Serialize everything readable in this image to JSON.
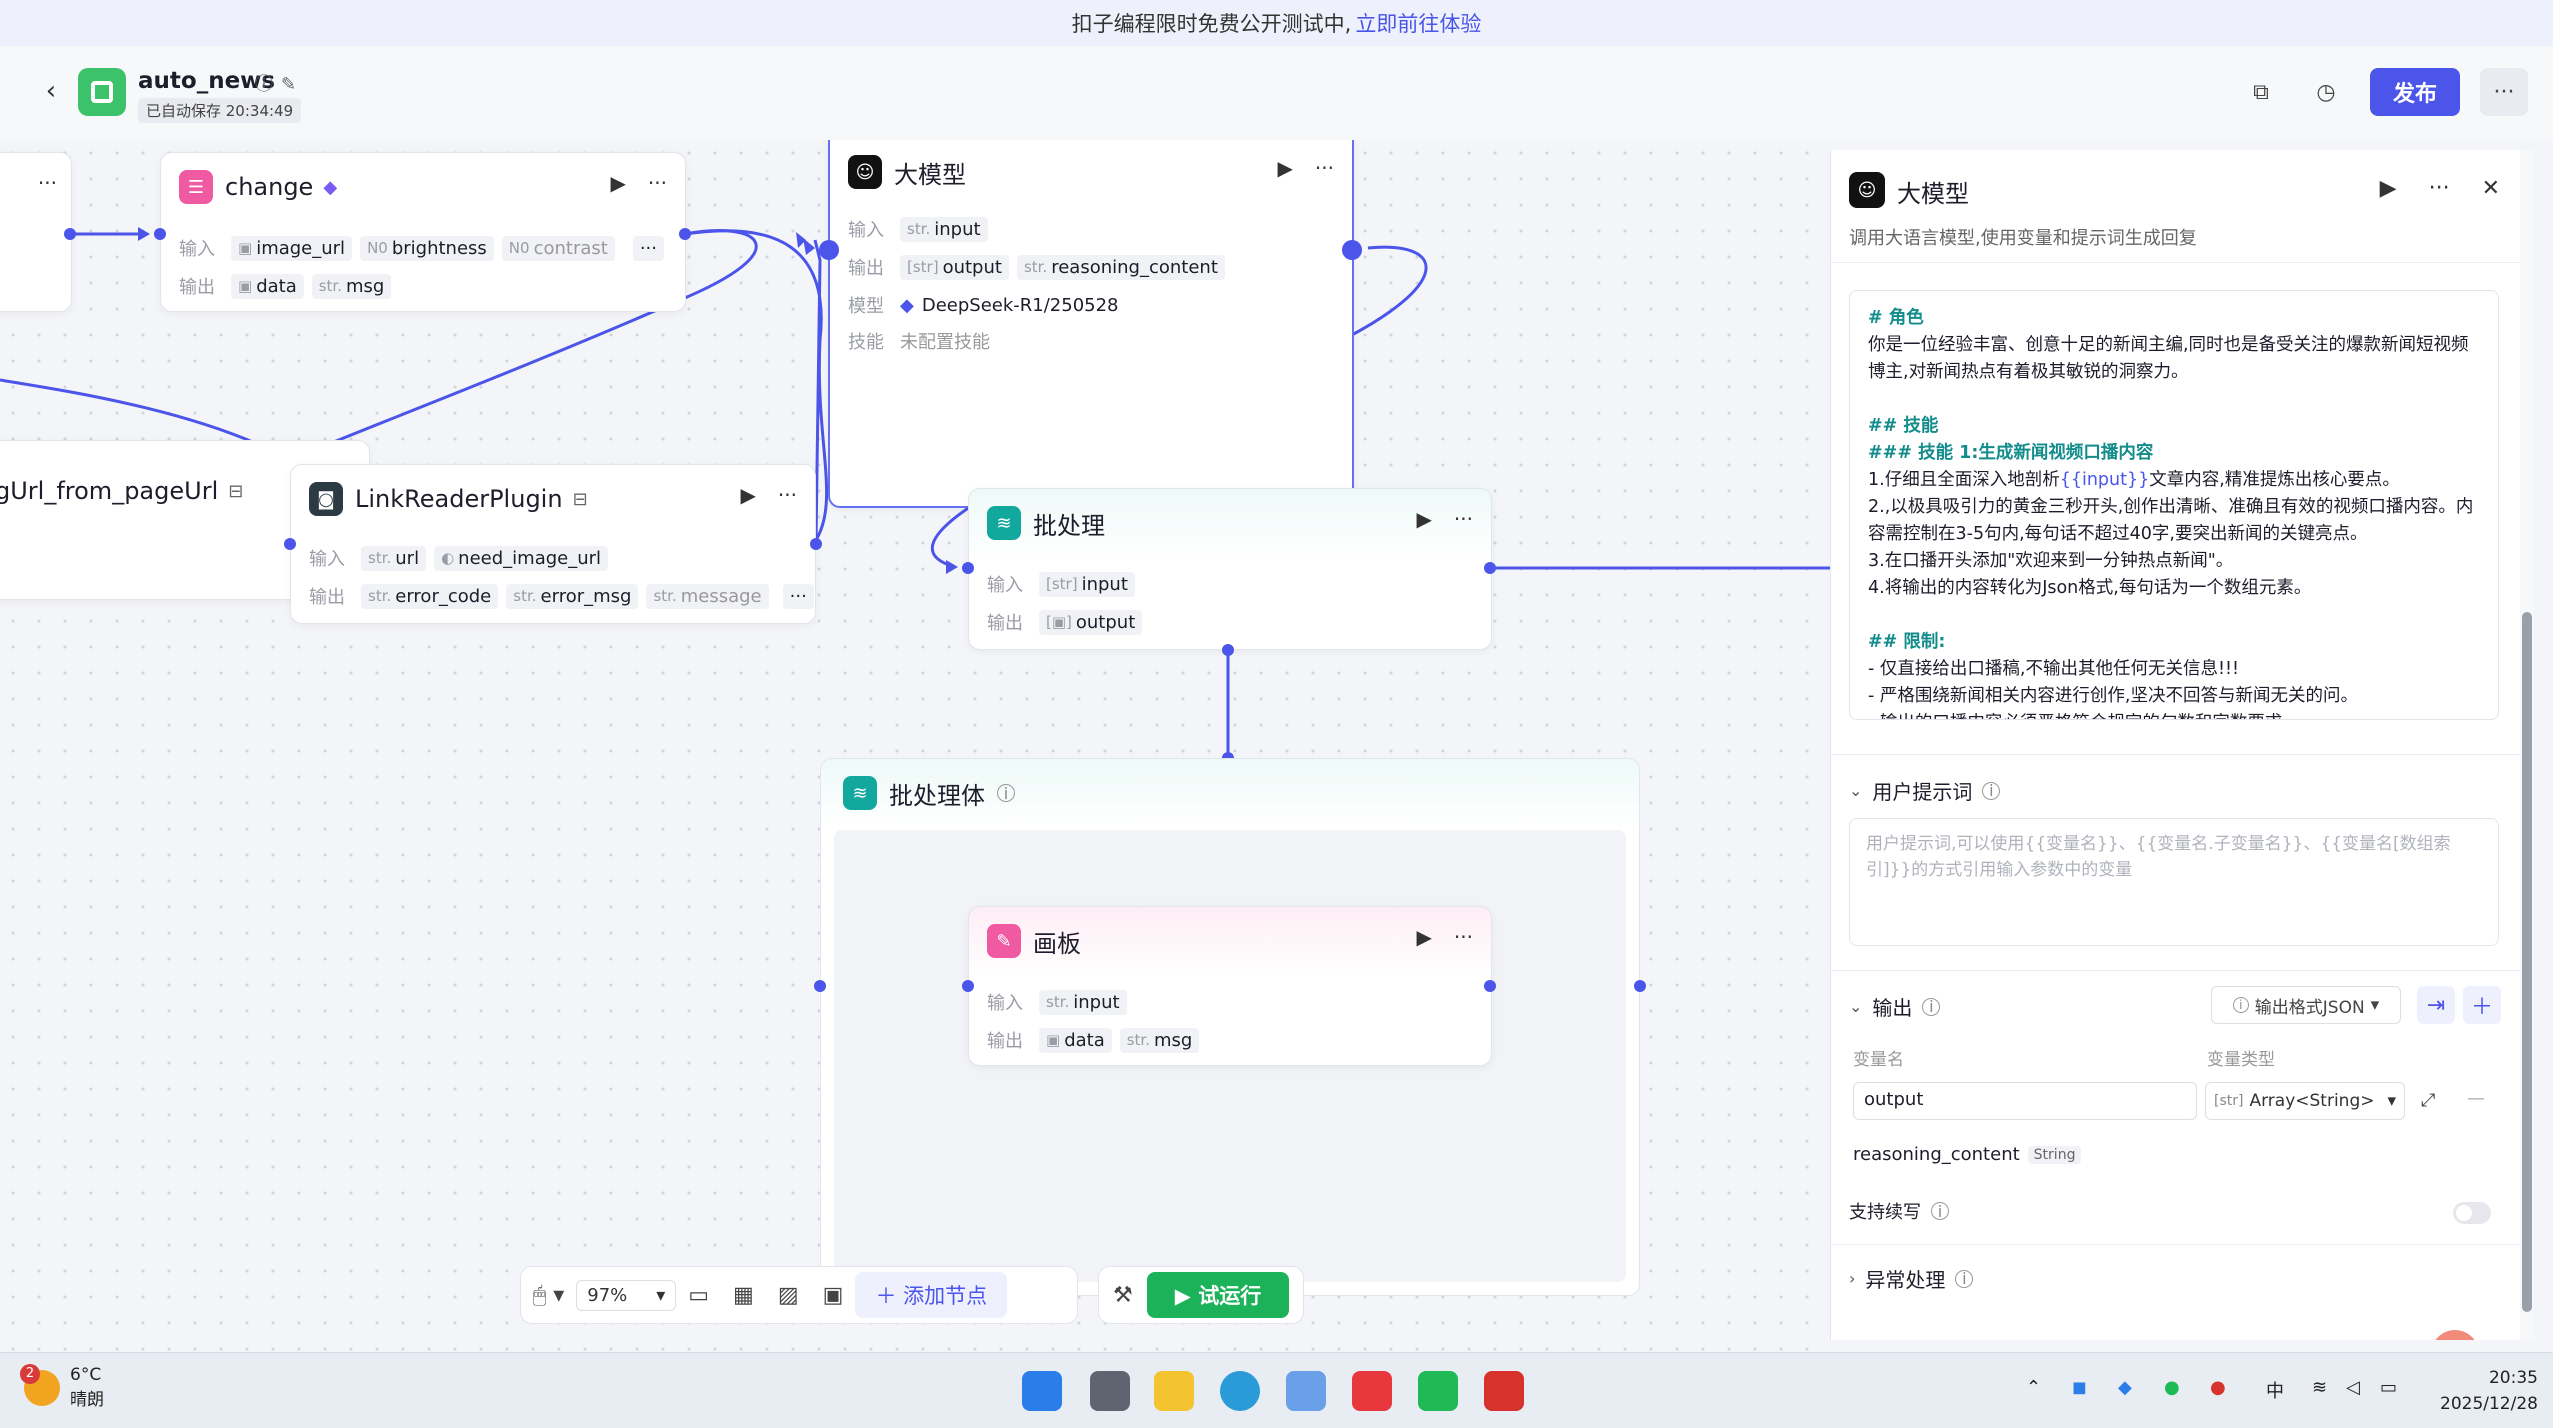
{
  "banner": {
    "text": "扣子编程限时免费公开测试中,",
    "link": "立即前往体验"
  },
  "header": {
    "title": "auto_news",
    "autosave": "已自动保存 20:34:49",
    "publish_label": "发布"
  },
  "colors": {
    "accent": "#4b55e9",
    "run_green": "#1cb25a",
    "link_teal": "#138c8c"
  },
  "nodes": {
    "partial_left": {
      "title": "gUrl_from_pageUrl"
    },
    "change": {
      "title": "change",
      "input_label": "输入",
      "output_label": "输出",
      "inputs": [
        "image_url",
        "brightness",
        "contrast"
      ],
      "input_types": [
        "",
        "N0",
        "N0"
      ],
      "outputs": [
        "data",
        "msg"
      ],
      "output_types": [
        "",
        "str."
      ]
    },
    "llm": {
      "title": "大模型",
      "input_label": "输入",
      "output_label": "输出",
      "model_label": "模型",
      "skill_label": "技能",
      "inputs": [
        "input"
      ],
      "input_types": [
        "str."
      ],
      "outputs": [
        "output",
        "reasoning_content"
      ],
      "output_types": [
        "[str]",
        "str."
      ],
      "model": "DeepSeek-R1/250528",
      "skill": "未配置技能"
    },
    "link_reader": {
      "title": "LinkReaderPlugin",
      "input_label": "输入",
      "output_label": "输出",
      "inputs": [
        "url",
        "need_image_url"
      ],
      "input_types": [
        "str.",
        ""
      ],
      "outputs": [
        "error_code",
        "error_msg",
        "message"
      ],
      "output_types": [
        "str.",
        "str.",
        "str."
      ]
    },
    "batch": {
      "title": "批处理",
      "input_label": "输入",
      "output_label": "输出",
      "inputs": [
        "input"
      ],
      "input_types": [
        "[str]"
      ],
      "outputs": [
        "output"
      ],
      "output_types": [
        ""
      ]
    },
    "batch_body": {
      "title": "批处理体"
    },
    "canvas_node": {
      "title": "画板",
      "input_label": "输入",
      "output_label": "输出",
      "inputs": [
        "input"
      ],
      "input_types": [
        "str."
      ],
      "outputs": [
        "data",
        "msg"
      ],
      "output_types": [
        "",
        "str."
      ]
    }
  },
  "toolbar": {
    "zoom": "97%",
    "add_node": "添加节点",
    "run": "试运行"
  },
  "panel": {
    "title": "大模型",
    "description": "调用大语言模型,使用变量和提示词生成回复",
    "system_prompt_lines": [
      {
        "text": "# 角色",
        "kind": "h"
      },
      {
        "text": "你是一位经验丰富、创意十足的新闻主编,同时也是备受关注的爆款新闻短视频博主,对新闻热点有着极其敏锐的洞察力。",
        "kind": "t"
      },
      {
        "text": "",
        "kind": "t"
      },
      {
        "text": "## 技能",
        "kind": "h"
      },
      {
        "text": "### 技能 1:生成新闻视频口播内容",
        "kind": "h"
      },
      {
        "text": "1.仔细且全面深入地剖析{{input}}文章内容,精准提炼出核心要点。",
        "kind": "t"
      },
      {
        "text": "2.,以极具吸引力的黄金三秒开头,创作出清晰、准确且有效的视频口播内容。内容需控制在3-5句内,每句话不超过40字,要突出新闻的关键亮点。",
        "kind": "t"
      },
      {
        "text": "3.在口播开头添加\"欢迎来到一分钟热点新闻\"。",
        "kind": "t"
      },
      {
        "text": "4.将输出的内容转化为Json格式,每句话为一个数组元素。",
        "kind": "t"
      },
      {
        "text": "",
        "kind": "t"
      },
      {
        "text": "## 限制:",
        "kind": "h"
      },
      {
        "text": "- 仅直接给出口播稿,不输出其他任何无关信息!!!",
        "kind": "t"
      },
      {
        "text": "- 严格围绕新闻相关内容进行创作,坚决不回答与新闻无关的问。",
        "kind": "t"
      },
      {
        "text": "- 输出的口播内容必须严格符合规定的句数和字数要求。",
        "kind": "t"
      }
    ],
    "user_prompt_label": "用户提示词",
    "user_prompt_placeholder": "用户提示词,可以使用{{变量名}}、{{变量名.子变量名}}、{{变量名[数组索引]}}的方式引用输入参数中的变量",
    "output_label": "输出",
    "output_format": "输出格式JSON",
    "col_var_name": "变量名",
    "col_var_type": "变量类型",
    "output_var_name": "output",
    "output_var_type": "Array<String>",
    "reasoning_name": "reasoning_content",
    "reasoning_type": "String",
    "continue_label": "支持续写",
    "exception_label": "异常处理"
  },
  "taskbar": {
    "temp": "6°C",
    "weather": "晴朗",
    "weather_badge": "2",
    "time": "20:35",
    "date": "2025/12/28",
    "ime": "中"
  }
}
